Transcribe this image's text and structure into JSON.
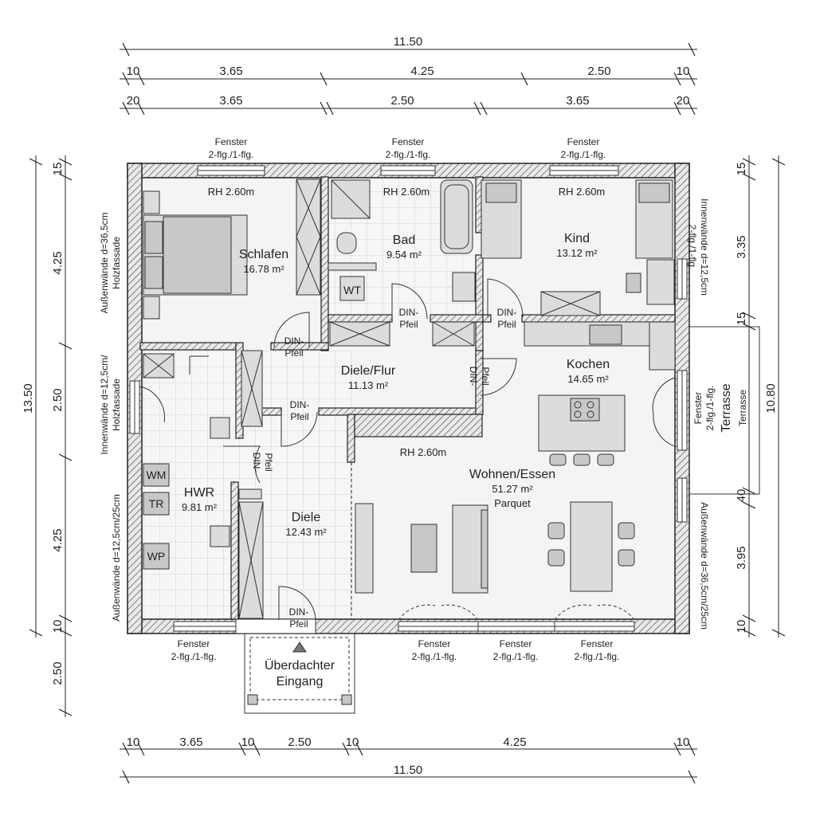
{
  "dimensions": {
    "top_total": "11.50",
    "top_row1": [
      "10",
      "3.65",
      "4.25",
      "2.50",
      "10"
    ],
    "top_row2": [
      "20",
      "3.65",
      "2.50",
      "3.65",
      "20"
    ],
    "bottom_row": [
      "10",
      "3.65",
      "10",
      "2.50",
      "10",
      "4.25",
      "10"
    ],
    "bottom_total": "11.50",
    "left_total": "13.50",
    "left_row": [
      "15",
      "4.25",
      "2.50",
      "4.25",
      "10",
      "2.50"
    ],
    "right_total": "10.80",
    "right_row": [
      "15",
      "3.35",
      "15",
      "40",
      "3.95",
      "10"
    ]
  },
  "rooms": [
    {
      "name": "Schlafen",
      "area": "16.78 m²"
    },
    {
      "name": "Bad",
      "area": "9.54 m²"
    },
    {
      "name": "Kind",
      "area": "13.12 m²"
    },
    {
      "name": "Diele/Flur",
      "area": "11.13 m²"
    },
    {
      "name": "Kochen",
      "area": "14.65 m²"
    },
    {
      "name": "HWR",
      "area": "9.81 m²"
    },
    {
      "name": "Diele",
      "area": "12.43 m²"
    },
    {
      "name": "Wohnen/Essen",
      "area": "51.27 m²",
      "note": "Parquet"
    }
  ],
  "room_height": "RH 2.60m",
  "window_label": {
    "line1": "Fenster",
    "line2": "2-flg./1-flg."
  },
  "door_label": {
    "line1": "DIN-",
    "line2": "Pfeil"
  },
  "appliances": {
    "wt": "WT",
    "wm": "WM",
    "tr": "TR",
    "wp": "WP"
  },
  "entrance": {
    "line1": "Überdachter",
    "line2": "Eingang"
  },
  "terrace": {
    "label": "Terrasse",
    "small": "Terrasse",
    "window": "Fenster",
    "window_type": "2-flg./1-flg."
  },
  "wall_notes": {
    "left_top": {
      "line1": "Außenwände d=36,5cm",
      "line2": "Holzfassade"
    },
    "left_mid": {
      "line1": "Innenwände d=12,5cm/",
      "line2": "Holzfassade"
    },
    "left_bottom": "Außenwände d=12,5cm/25cm",
    "right_top": {
      "line1": "Innenwände d=12,5cm",
      "line2": "2-flg./1-flg."
    },
    "right_bottom": "Außenwände d=36,5cm/25cm"
  }
}
